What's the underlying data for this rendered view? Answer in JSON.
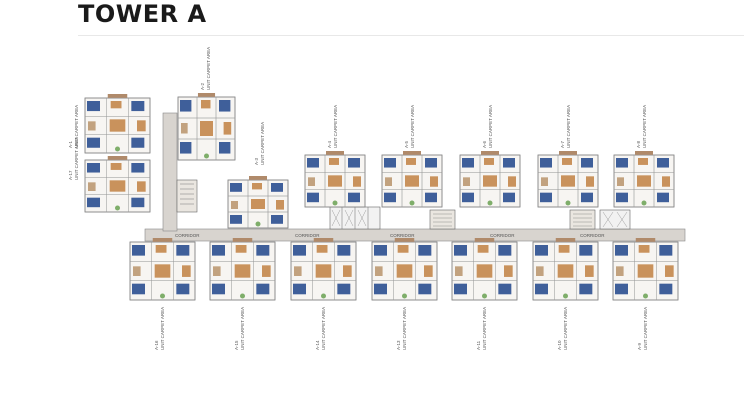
{
  "title": "TOWER A",
  "colors": {
    "corridor": "#d8d4cf",
    "wall": "#6b6b6b",
    "wood": "#c9925c",
    "blue": "#3f5f9a",
    "balcony": "#b08a6a",
    "green": "#7fae6a",
    "tile": "#eae6e0"
  },
  "units": {
    "top_row": [
      "A-4",
      "A-5",
      "A-6",
      "A-7",
      "A-8"
    ],
    "bottom_row": [
      "A-16",
      "A-15",
      "A-14",
      "A-13",
      "A-11",
      "A-10",
      "A-9"
    ],
    "left_block": [
      "A-1",
      "A-17"
    ],
    "upper_left": [
      "A-2",
      "A-3"
    ]
  },
  "unit_caption": "UNIT CARPET AREA",
  "corridor_label": "CORRIDOR"
}
